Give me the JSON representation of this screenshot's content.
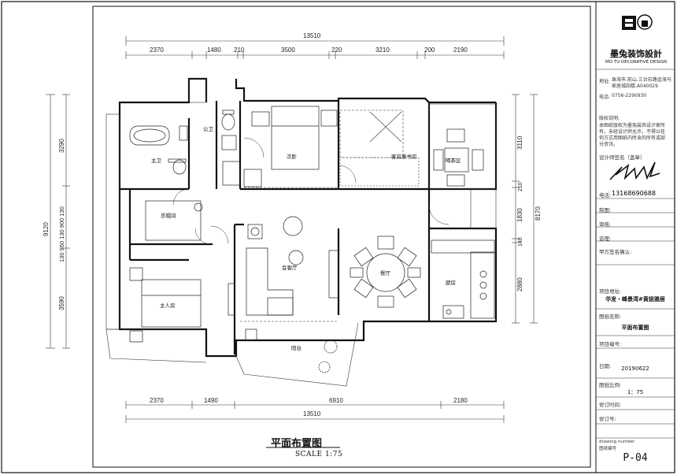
{
  "plan": {
    "title": "平面布置图",
    "scale": "SCALE 1:75",
    "dims_top_total": "13510",
    "dims_top_segments": [
      "2370",
      "1480",
      "210",
      "3500",
      "220",
      "3210",
      "200",
      "2190"
    ],
    "dims_bottom_total": "13510",
    "dims_bottom_segments": [
      "2370",
      "1490",
      "6910",
      "2180"
    ],
    "dims_left_total": "9120",
    "dims_left_segments": [
      "3290",
      "130 950 130 900 130",
      "3590"
    ],
    "dims_right_total": "8170",
    "dims_right_segments": [
      "3110",
      "210",
      "1830",
      "140",
      "2880"
    ],
    "rooms": {
      "public_bath": "公卫",
      "master_bath": "主卫",
      "second_bedroom": "次卧",
      "guest_study": "客房兼书房",
      "tea_area": "喝茶区",
      "cloakroom": "衣帽间",
      "living_room": "会客厅",
      "dining": "餐厅",
      "kitchen": "厨房",
      "master_bedroom": "主人房",
      "balcony": "阳台"
    }
  },
  "title_block": {
    "company_cn": "墨兔装饰設計",
    "company_en": "MO TU DECORATIVE DESIGN",
    "address_label": "地址:",
    "address_value": "珠海市.前山.三台石路金海马家居城四楼.A040029",
    "phone_label": "电话:",
    "phone_value": "0756-2290930",
    "copyright_label": "版权说明:",
    "copyright_lines": [
      "本图纸版权为墨兔装饰设计家所",
      "有。未经设计师允许，不得以任",
      "何方式用图纸内所含的所有或部",
      "分资讯。"
    ],
    "signature_label": "设计师签名（盖章）",
    "designer_phone_label": "电话:",
    "designer_phone": "13168690688",
    "draw_label": "制图:",
    "review_label": "审核:",
    "supervise_label": "监理:",
    "client_label": "甲方签名确认:",
    "project_address_label": "项目地址:",
    "project_address": "华发・峰景湾#黄姐雅居",
    "drawing_name_label": "图纸名称:",
    "drawing_name": "平面布置图",
    "project_no_label": "项目编号:",
    "date_label": "日期:",
    "date_value": "20190622",
    "ratio_label": "图纸比例:",
    "ratio_value": "1：75",
    "revision_label": "修订时间:",
    "revision_no_label": "修订号:",
    "drawing_number_label": "drawing number",
    "drawing_number_cn": "图纸编号",
    "drawing_number": "P-04"
  }
}
